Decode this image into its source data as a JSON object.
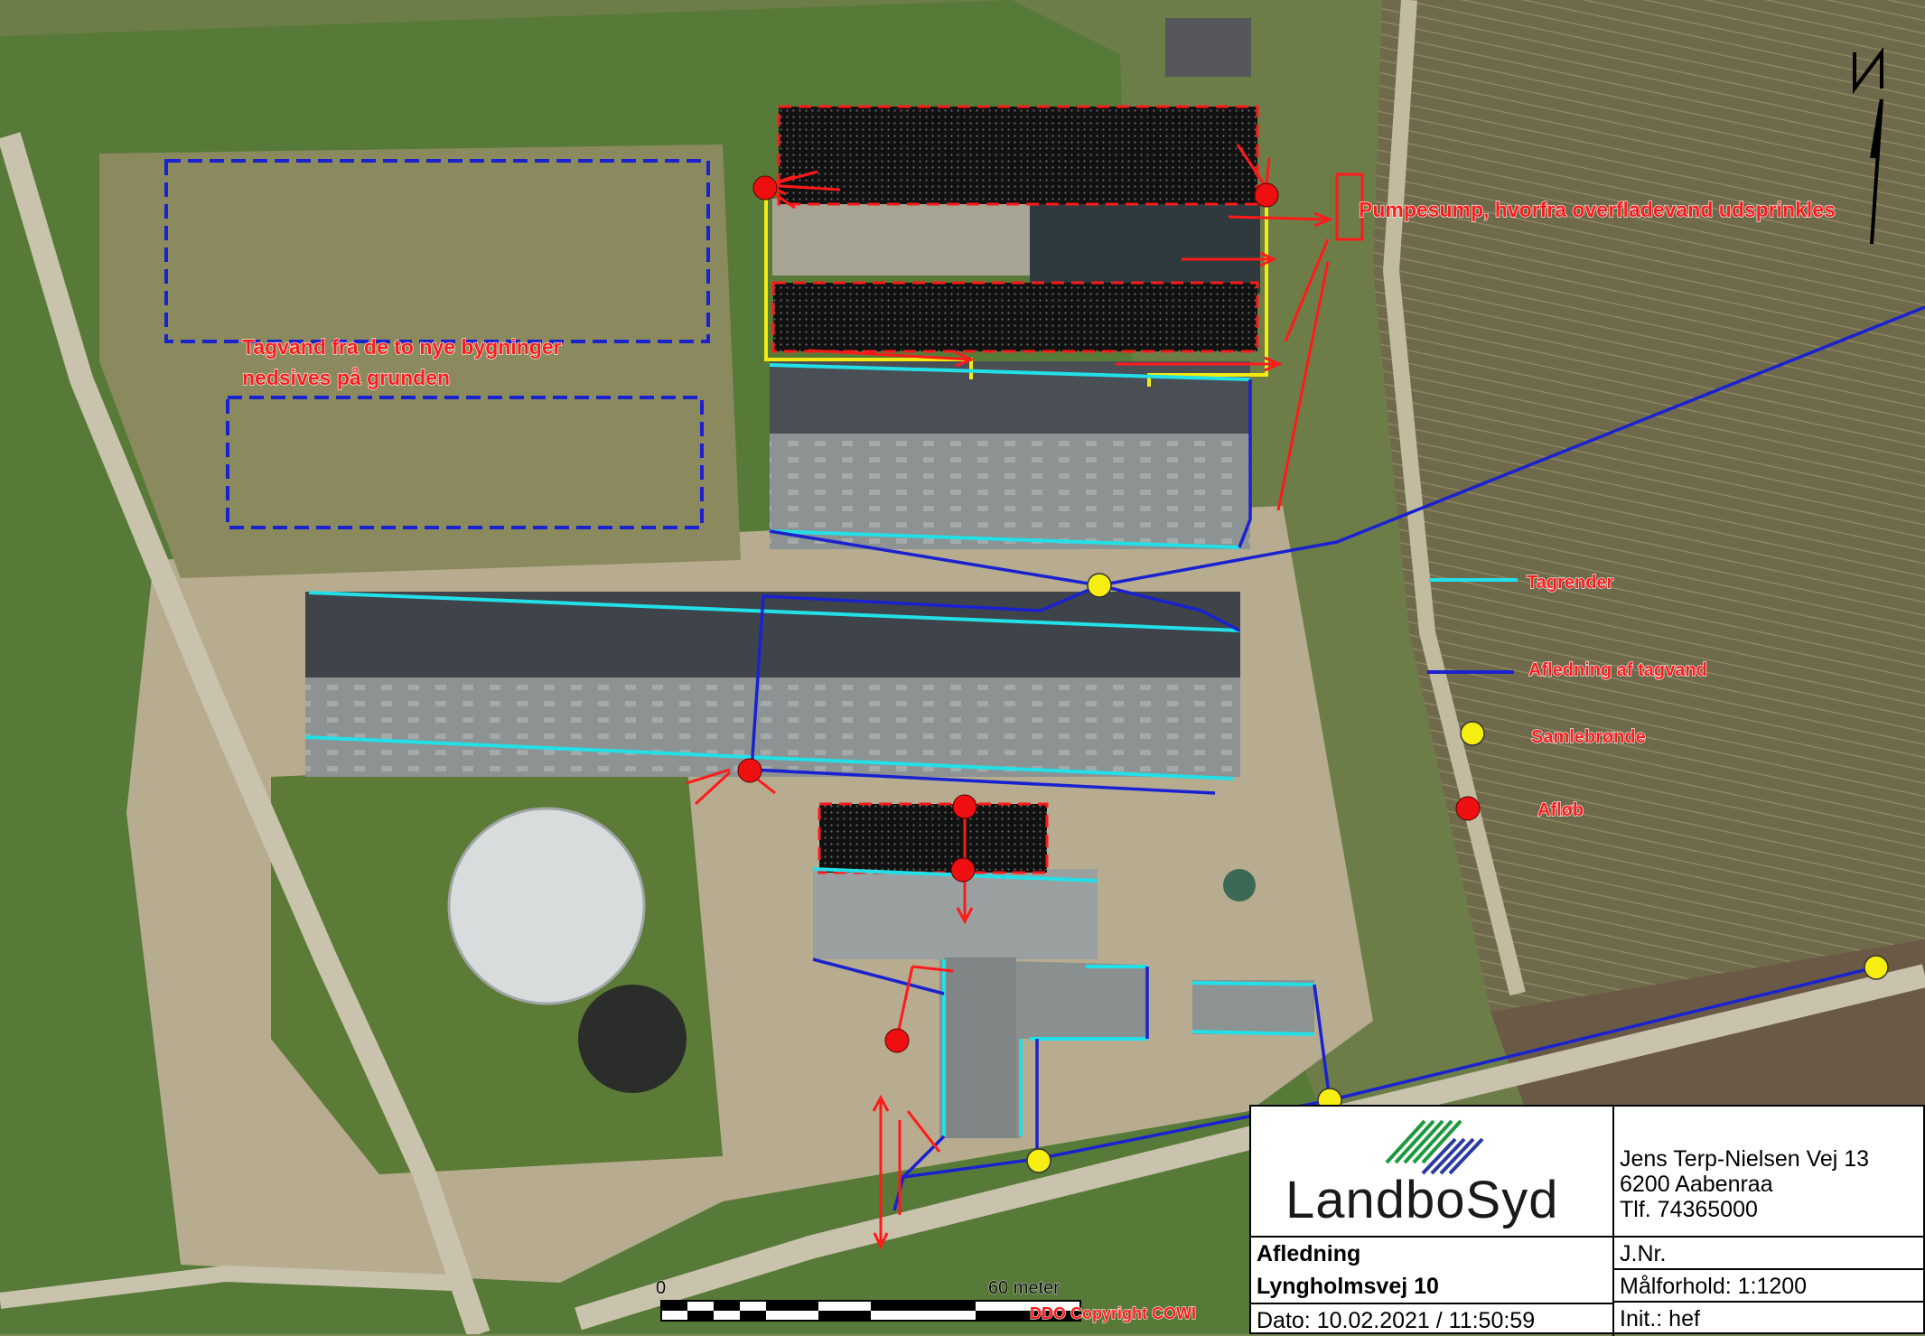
{
  "map": {
    "north_symbol": "N",
    "annotations": {
      "pumpesump": "Pumpesump, hvorfra overfladevand udsprinkles",
      "tagvand_line1": "Tagvand fra de to nye bygninger",
      "tagvand_line2": "nedsives på grunden"
    },
    "legend": [
      {
        "label": "Tagrender",
        "symbol": "line",
        "color": "#22e0e8"
      },
      {
        "label": "Afledning af tagvand",
        "symbol": "line",
        "color": "#1a22d0"
      },
      {
        "label": "Samlebrønde",
        "symbol": "dot",
        "color": "#f5ee10"
      },
      {
        "label": "Afløb",
        "symbol": "dot",
        "color": "#ee1010"
      }
    ],
    "scale": {
      "start": "0",
      "end": "60 meter"
    },
    "copyright": "DDO Copyright COWI"
  },
  "title_block": {
    "logo": "LandboSyd",
    "address": [
      "Jens Terp-Nielsen Vej 13",
      "6200 Aabenraa",
      "Tlf. 74365000"
    ],
    "title_line1": "Afledning",
    "title_line2": "Lyngholmsvej 10",
    "date": "Dato: 10.02.2021 / 11:50:59",
    "jnr": "J.Nr.",
    "scale": "Målforhold: 1:1200",
    "init": "Init.: hef"
  }
}
